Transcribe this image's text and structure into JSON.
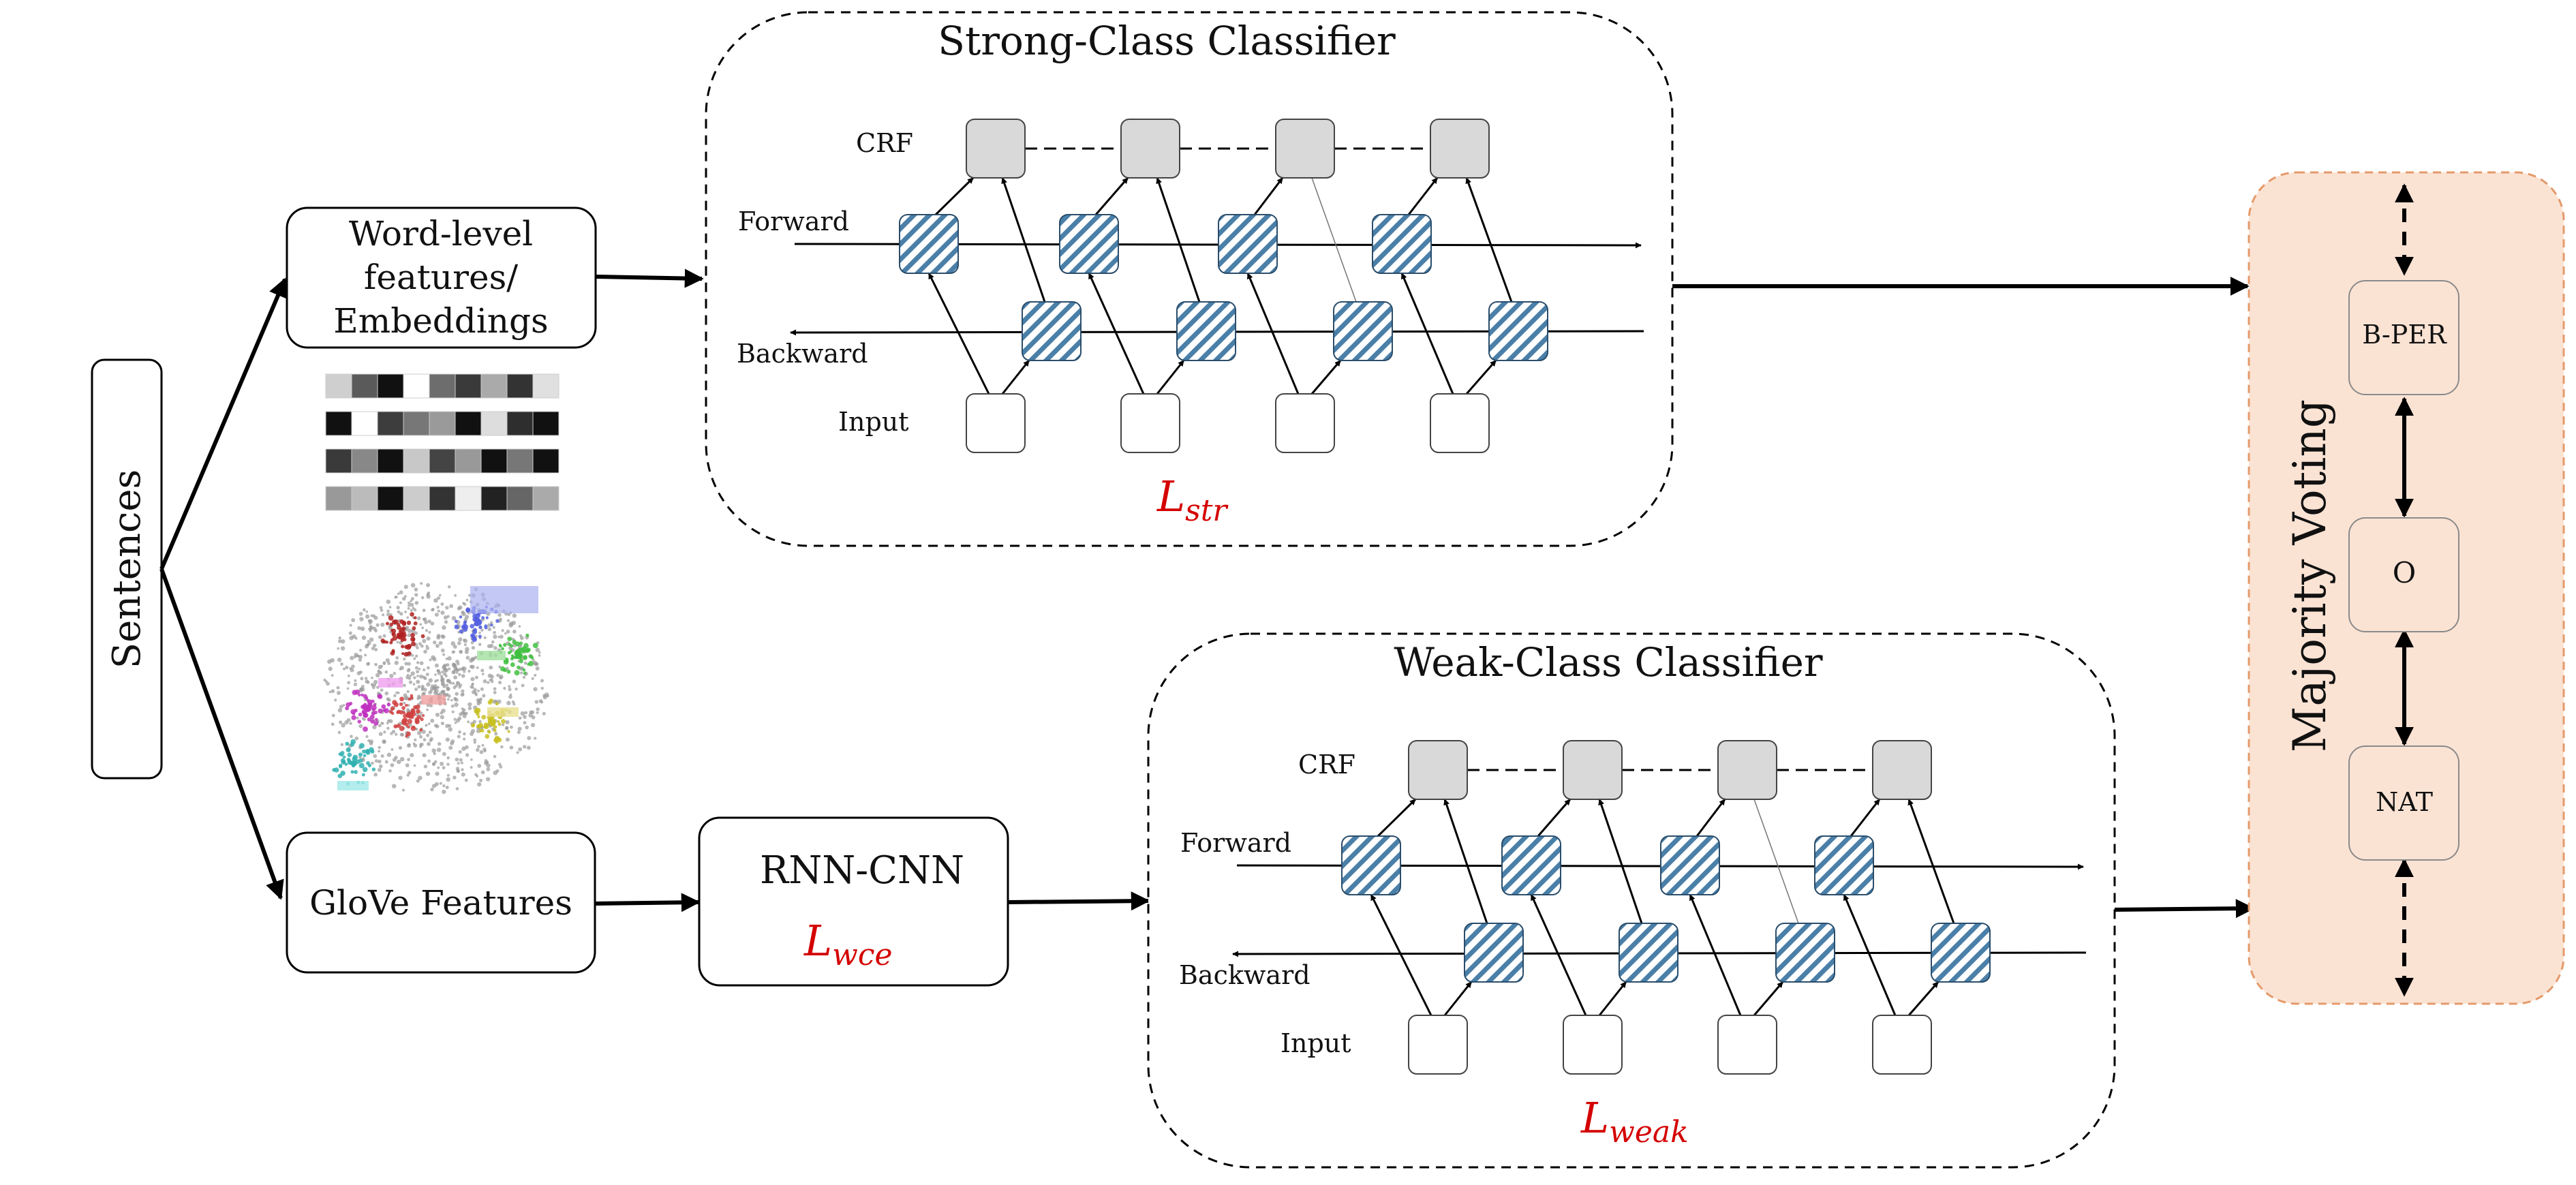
{
  "sentences": {
    "label": "Sentences"
  },
  "word_features": {
    "line1": "Word-level",
    "line2": "features/",
    "line3": "Embeddings"
  },
  "glove": {
    "label": "GloVe Features"
  },
  "rnn_cnn": {
    "label": "RNN-CNN",
    "loss_main": "L",
    "loss_sub": "wce"
  },
  "strong": {
    "title": "Strong-Class Classifier",
    "crf": "CRF",
    "forward": "Forward",
    "backward": "Backward",
    "input": "Input",
    "loss_main": "L",
    "loss_sub": "str"
  },
  "weak": {
    "title": "Weak-Class Classifier",
    "crf": "CRF",
    "forward": "Forward",
    "backward": "Backward",
    "input": "Input",
    "loss_main": "L",
    "loss_sub": "weak"
  },
  "voting": {
    "title": "Majority Voting",
    "labels": [
      "B-PER",
      "O",
      "NAT"
    ],
    "fill": "#fbe3d4",
    "border": "#e49a6a"
  },
  "colors": {
    "hatch": "#4a7fa8",
    "crf_fill": "#d9d9d9",
    "loss": "#d40000"
  }
}
